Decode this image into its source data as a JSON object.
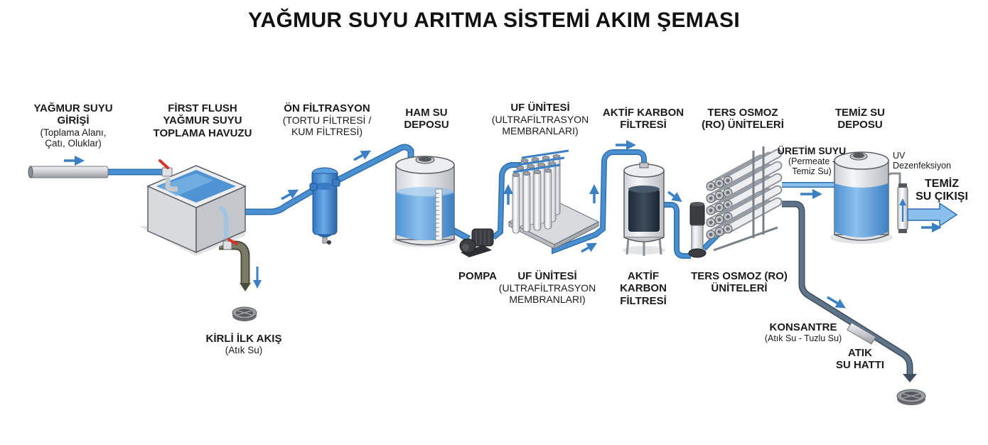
{
  "title": "YAĞMUR SUYU ARITMA SİSTEMİ AKIM ŞEMASI",
  "colors": {
    "water_pipe": "#4a90d0",
    "water_pipe_dark": "#2f6fae",
    "waste_pipe": "#5f7488",
    "dirty_pipe": "#6e6f5c",
    "arrow": "#3b7fc4",
    "tank_water": "#5fa2dc",
    "metal": "#e6e8eb",
    "dark": "#3a3d42",
    "valve": "#d6322b"
  },
  "stages": [
    {
      "id": "rain-inlet",
      "title": [
        "YAĞMUR SUYU",
        "GİRİŞİ"
      ],
      "subtitle": [
        "(Toplama Alanı,",
        "Çatı, Oluklar)"
      ]
    },
    {
      "id": "first-flush",
      "title": [
        "FİRST FLUSH",
        "YAĞMUR SUYU",
        "TOPLAMA HAVUZU"
      ],
      "subtitle": []
    },
    {
      "id": "pre-filtration",
      "title": [
        "ÖN FİLTRASYON"
      ],
      "subtitle": [
        "(TORTU FİLTRESİ /",
        "KUM FİLTRESİ)"
      ]
    },
    {
      "id": "raw-water-tank",
      "title": [
        "HAM SU",
        "DEPOSU"
      ],
      "subtitle": []
    },
    {
      "id": "uf-top",
      "title": [
        "UF ÜNİTESİ"
      ],
      "subtitle": [
        "(ULTRAFİLTRASYON",
        "MEMBRANLARI)"
      ]
    },
    {
      "id": "carbon-top",
      "title": [
        "AKTİF KARBON",
        "FİLTRESİ"
      ],
      "subtitle": []
    },
    {
      "id": "ro-top",
      "title": [
        "TERS OSMOZ",
        "(RO) ÜNİTELERİ"
      ],
      "subtitle": []
    },
    {
      "id": "clean-tank",
      "title": [
        "TEMİZ SU",
        "DEPOSU"
      ],
      "subtitle": []
    }
  ],
  "bottom_labels": {
    "pump": [
      "POMPA"
    ],
    "uf": {
      "title": [
        "UF ÜNİTESİ"
      ],
      "subtitle": [
        "(ULTRAFİLTRASYON",
        "MEMBRANLARI)"
      ]
    },
    "carbon": [
      "AKTİF",
      "KARBON",
      "FİLTRESİ"
    ],
    "ro": [
      "TERS OSMOZ (RO)",
      "ÜNİTELERİ"
    ]
  },
  "waste_first_flush": {
    "title": "KİRLİ İLK AKIŞ",
    "subtitle": "(Atık Su)"
  },
  "permeate": {
    "title": "ÜRETİM SUYU",
    "subtitle": [
      "(Permeate -",
      "Temiz Su)"
    ]
  },
  "uv": [
    "UV",
    "Dezenfeksiyon"
  ],
  "clean_outlet": [
    "TEMİZ",
    "SU ÇIKIŞI"
  ],
  "concentrate": {
    "title": "KONSANTRE",
    "subtitle": "(Atık Su - Tuzlu Su)"
  },
  "waste_line": [
    "ATIK",
    "SU HATTI"
  ]
}
